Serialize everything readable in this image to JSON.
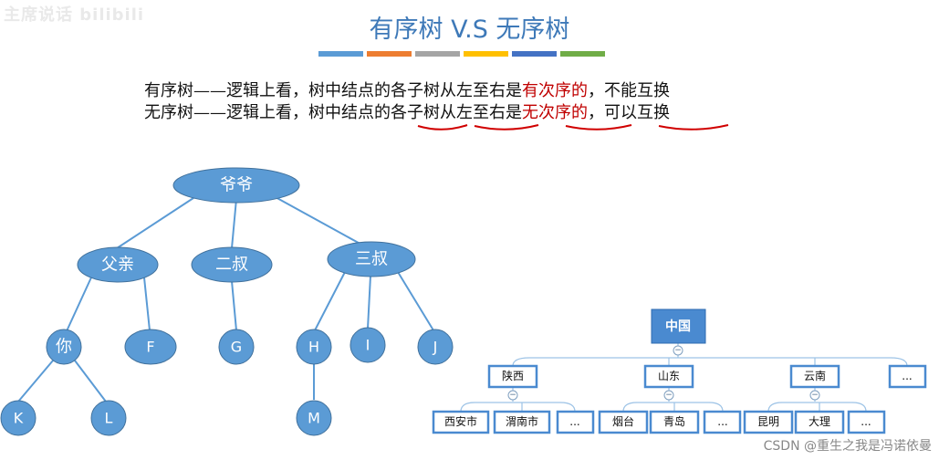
{
  "watermark": "主席说话 bilibili",
  "title": "有序树 V.S 无序树",
  "accent_bars": [
    "#5b9bd5",
    "#ed7d31",
    "#a5a5a5",
    "#ffc000",
    "#4472c4",
    "#70ad47"
  ],
  "definitions": {
    "ordered": {
      "pre": "有序树——逻辑上看，树中结点的各子树从左至右是",
      "em": "有次序的",
      "post": "，不能互换"
    },
    "unordered": {
      "pre": "无序树——逻辑上看，树中结点的各子树从左至右是",
      "em": "无次序的",
      "post": "，可以互换"
    }
  },
  "family_tree": {
    "root": "爷爷",
    "father": "父亲",
    "uncle2": "二叔",
    "uncle3": "三叔",
    "you": "你",
    "f": "F",
    "g": "G",
    "h": "H",
    "i": "I",
    "j": "J",
    "k": "K",
    "l": "L",
    "m": "M"
  },
  "org_tree": {
    "root": "中国",
    "collapse_symbol": "−",
    "provinces": [
      "陕西",
      "山东",
      "云南",
      "..."
    ],
    "cities": [
      "西安市",
      "渭南市",
      "...",
      "烟台",
      "青岛",
      "...",
      "昆明",
      "大理",
      "..."
    ]
  },
  "credit": "CSDN @重生之我是冯诺依曼"
}
